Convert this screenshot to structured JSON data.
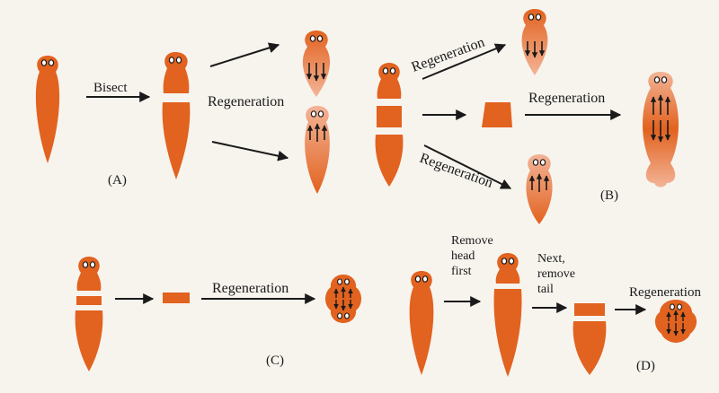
{
  "colors": {
    "body": "#e2621f",
    "pale": "#f3b497",
    "outline": "#1a1a1a",
    "background": "#f7f4ee"
  },
  "panels": {
    "A": {
      "label": "(A)",
      "bisect": "Bisect",
      "regeneration": "Regeneration"
    },
    "B": {
      "label": "(B)",
      "regeneration_top": "Regeneration",
      "regeneration_middle": "Regeneration",
      "regeneration_bottom": "Regeneration"
    },
    "C": {
      "label": "(C)",
      "regeneration": "Regeneration"
    },
    "D": {
      "label": "(D)",
      "step1": [
        "Remove",
        "head",
        "first"
      ],
      "step2": [
        "Next,",
        "remove",
        "tail"
      ],
      "regeneration": "Regeneration"
    }
  }
}
